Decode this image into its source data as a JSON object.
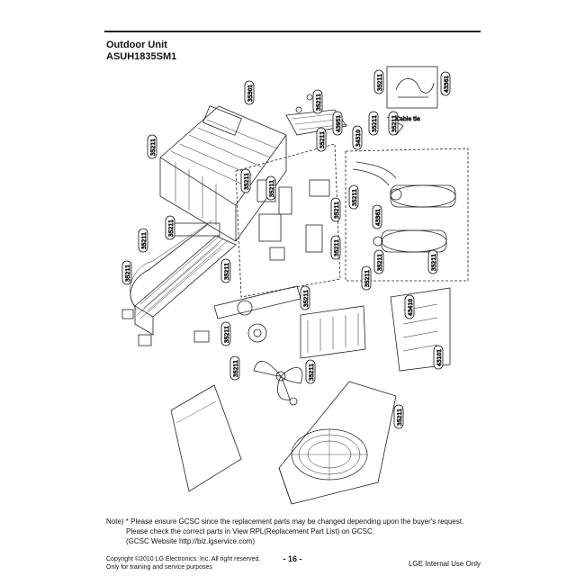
{
  "header": {
    "title": "Outdoor Unit",
    "model": "ASUH1835SM1"
  },
  "parts": [
    "35301",
    "35211",
    "43951",
    "35211",
    "43361",
    "35211",
    "35211",
    "34310",
    "35211",
    "35211",
    "35211",
    "35211",
    "35211",
    "35211",
    "43361",
    "35211",
    "35211",
    "35211",
    "35211",
    "35211",
    "35211",
    "35211",
    "35211",
    "35211",
    "43410",
    "35211",
    "43101",
    "35211",
    "35211",
    "35211"
  ],
  "callout_sub": "Cable tie",
  "note": {
    "line1": "Note) * Please ensure GCSC since the replacement parts may be changed depending upon the buyer's request.",
    "line2": "Please check the correct parts in View RPL(Replacement Part List) on GCSC.",
    "line3": "(GCSC Website  http://biz.lgservice.com)"
  },
  "footer": {
    "copyright": "Copyright ©2010 LG Electronics. Inc. All right reserved.",
    "training": "Only for training and service purposes",
    "page": "- 16 -",
    "internal": "LGE Internal Use Only"
  }
}
